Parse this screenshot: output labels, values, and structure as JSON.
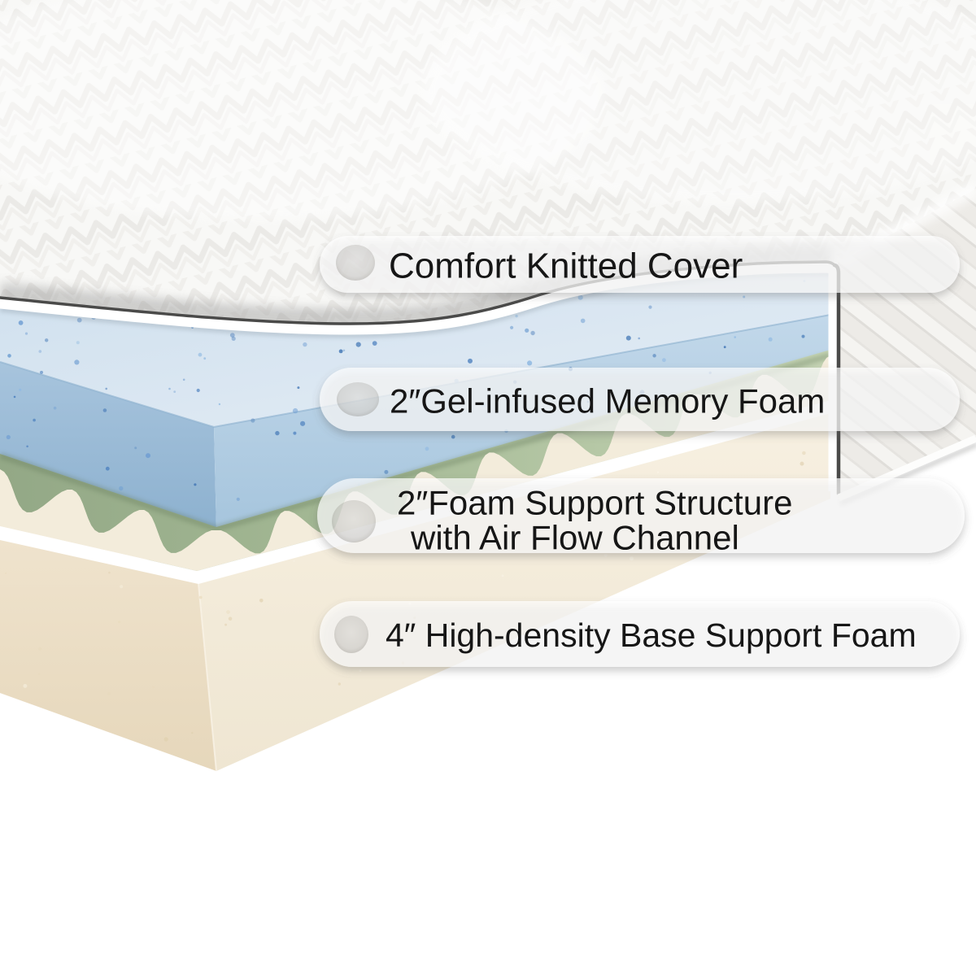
{
  "image_title": "Memory foam mattress layers cutaway diagram",
  "labels": {
    "layer1": "Comfort Knitted Cover",
    "layer2": "2″Gel-infused Memory Foam",
    "layer3_line1": "2″Foam Support Structure",
    "layer3_line2": "with Air Flow Channel",
    "layer4": "4″ High-density Base Support Foam"
  },
  "colors": {
    "background": "#ffffff",
    "cover_fabric": "#f8f8f6",
    "piping_line": "#4a4a49",
    "gel_foam_top": "#dbe7f2",
    "gel_foam_left": "#9fbeda",
    "gel_foam_right": "#bcd4e8",
    "gel_speckle": "#4b7fbe",
    "airflow_valley_green": "#a3b894",
    "airflow_foam_cream": "#f3ecdb",
    "base_foam_left": "#ecdfc8",
    "base_foam_right": "#f7f0e1",
    "label_pill": "#ffffff",
    "label_text": "#161616"
  }
}
